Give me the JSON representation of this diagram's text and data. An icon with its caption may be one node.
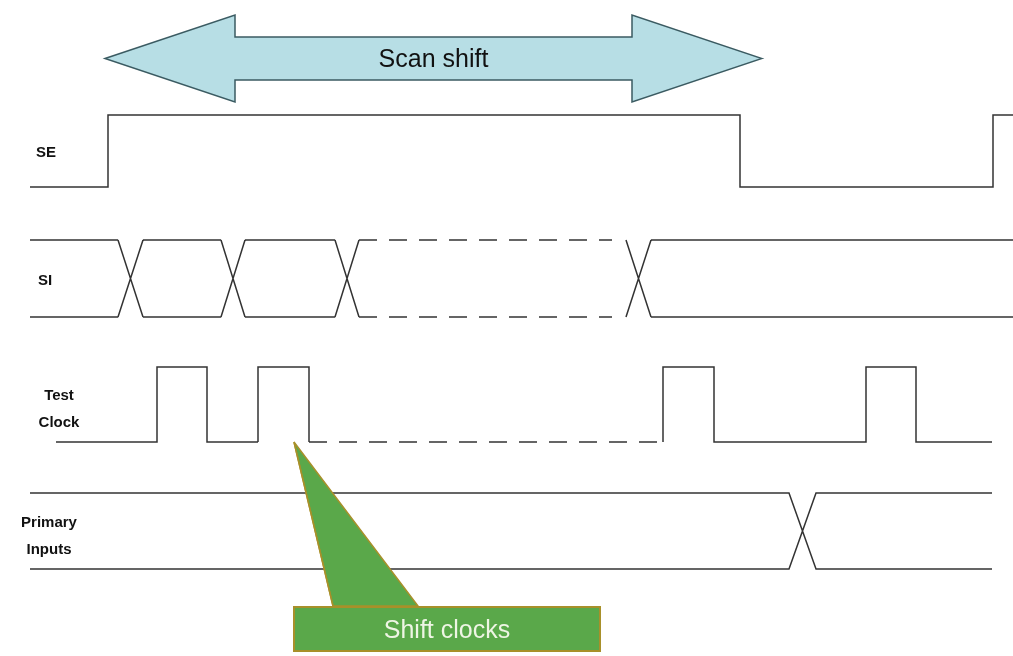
{
  "diagram": {
    "nodes": [
      {
        "text": [
          "Scan shift"
        ]
      },
      {
        "text": [
          "Shift clocks"
        ]
      },
      {
        "text": [],
        "shape": "pulse"
      }
    ],
    "edges": [
      {
        "from": 1,
        "to": 2,
        "arrow": "none"
      }
    ],
    "labels": [
      "SE",
      "SI",
      "Test Clock",
      "Primary Inputs"
    ]
  }
}
